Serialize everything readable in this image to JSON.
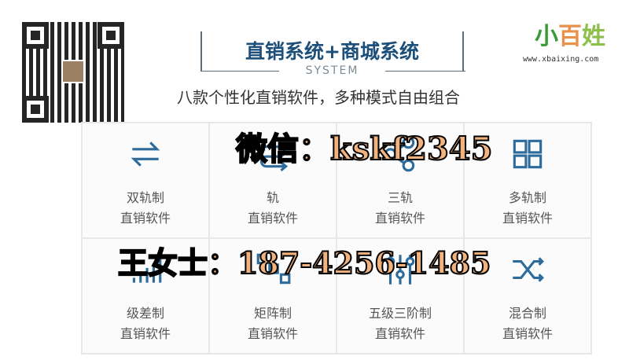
{
  "header": {
    "title": "直销系统+商城系统",
    "system": "SYSTEM",
    "subtitle": "八款个性化直销软件，多种模式自由组合"
  },
  "cards": [
    {
      "icon": "swap-arrows-icon",
      "l1": "双轨制",
      "l2": "直销软件"
    },
    {
      "icon": "loop-arrows-icon",
      "l1": "轨",
      "l2": "直销软件"
    },
    {
      "icon": "share-icon",
      "l1": "三轨",
      "l2": "直销软件"
    },
    {
      "icon": "grid-icon",
      "l1": "多轨制",
      "l2": "直销软件"
    },
    {
      "icon": "bar-chart-icon",
      "l1": "级差制",
      "l2": "直销软件"
    },
    {
      "icon": "matrix-icon",
      "l1": "矩阵制",
      "l2": "直销软件"
    },
    {
      "icon": "sliders-icon",
      "l1": "五级三阶制",
      "l2": "直销软件"
    },
    {
      "icon": "shuffle-icon",
      "l1": "混合制",
      "l2": "直销软件"
    }
  ],
  "watermark": {
    "phone": "王女士：187-4256-1485",
    "wechat": "微信：kskf2345"
  },
  "logo": {
    "text": "小百姓",
    "url": "www.xbaixing.com"
  },
  "colors": {
    "icon": "#2c6b9a",
    "title": "#1c4f7a",
    "watermark": "#f1b27e"
  }
}
